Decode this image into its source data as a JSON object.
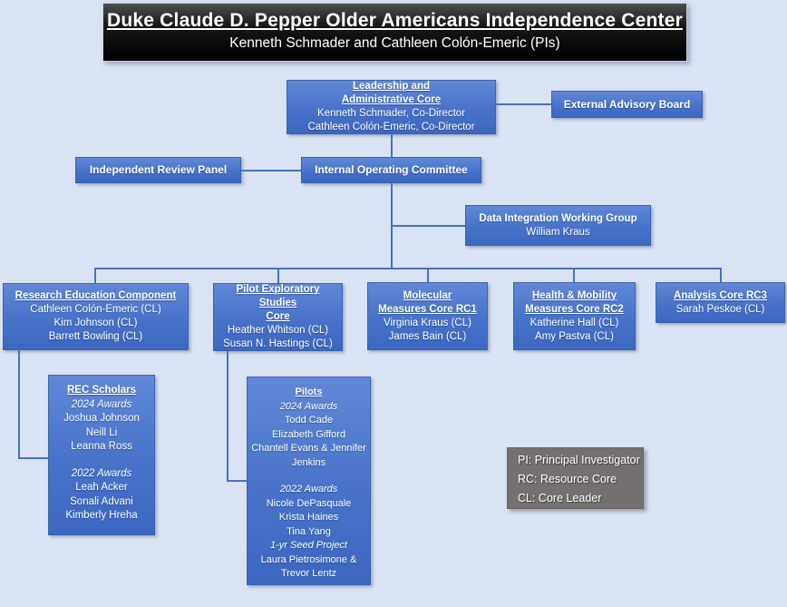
{
  "colors": {
    "background": "#dae3f3",
    "node_blue": "#4472c4",
    "node_border": "#3d63ae",
    "connector_blue": "#4472c4",
    "banner_black": "#000000",
    "legend_gray": "#767171",
    "text_white": "#ffffff"
  },
  "banner": {
    "title": "Duke Claude D. Pepper Older Americans Independence Center",
    "subtitle": "Kenneth Schmader and Cathleen Colón-Emeric (PIs)"
  },
  "nodes": {
    "leadership": {
      "title_line1": "Leadership and",
      "title_line2": "Administrative Core",
      "member1": "Kenneth Schmader, Co-Director",
      "member2": "Cathleen Colón-Emeric, Co-Director"
    },
    "external_advisory_board": {
      "title": "External Advisory Board"
    },
    "independent_review_panel": {
      "title": "Independent Review Panel"
    },
    "internal_operating_committee": {
      "title": "Internal Operating Committee"
    },
    "data_integration_working_group": {
      "title": "Data Integration Working Group",
      "member1": "William Kraus"
    },
    "research_education": {
      "title": "Research Education Component",
      "member1": "Cathleen Colón-Emeric (CL)",
      "member2": "Kim Johnson (CL)",
      "member3": "Barrett Bowling (CL)"
    },
    "pilot_core": {
      "title_line1": "Pilot Exploratory Studies",
      "title_line2": "Core",
      "member1": "Heather Whitson (CL)",
      "member2": "Susan N. Hastings (CL)"
    },
    "molecular_core": {
      "title_line1": "Molecular",
      "title_line2": "Measures Core RC1",
      "member1": "Virginia Kraus (CL)",
      "member2": "James Bain (CL)"
    },
    "health_mobility_core": {
      "title_line1": "Health & Mobility",
      "title_line2": "Measures Core RC2",
      "member1": "Katherine Hall (CL)",
      "member2": "Amy Pastva (CL)"
    },
    "analysis_core": {
      "title": "Analysis Core RC3",
      "member1": "Sarah Peskoe (CL)"
    },
    "rec_scholars": {
      "title": "REC Scholars",
      "award1_label": "2024 Awards",
      "award1_name1": "Joshua Johnson",
      "award1_name2": "Neill Li",
      "award1_name3": "Leanna Ross",
      "award2_label": "2022 Awards",
      "award2_name1": "Leah Acker",
      "award2_name2": "Sonali Advani",
      "award2_name3": "Kimberly Hreha"
    },
    "pilots": {
      "title": "Pilots",
      "award1_label": "2024 Awards",
      "award1_name1": "Todd Cade",
      "award1_name2": "Elizabeth Gifford",
      "award1_name3": "Chantell Evans & Jennifer Jenkins",
      "award2_label": "2022 Awards",
      "award2_name1": "Nicole DePasquale",
      "award2_name2": "Krista Haines",
      "award2_name3": "Tina Yang",
      "seed_label": "1-yr Seed Project",
      "seed_name1": "Laura Pietrosimone & Trevor Lentz"
    }
  },
  "legend": {
    "item1": "PI: Principal Investigator",
    "item2": "RC: Resource Core",
    "item3": "CL: Core Leader"
  }
}
